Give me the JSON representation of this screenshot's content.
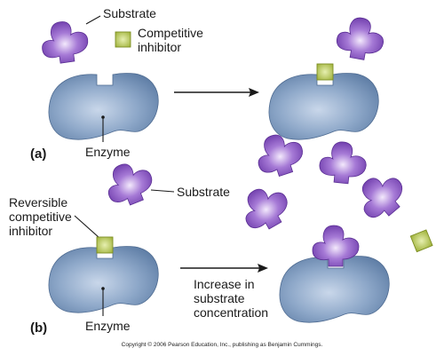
{
  "panels": {
    "a": {
      "label": "(a)",
      "substrate_label": "Substrate",
      "inhibitor_label_line1": "Competitive",
      "inhibitor_label_line2": "inhibitor",
      "enzyme_label": "Enzyme"
    },
    "b": {
      "label": "(b)",
      "substrate_label": "Substrate",
      "inhibitor_label_line1": "Reversible",
      "inhibitor_label_line2": "competitive",
      "inhibitor_label_line3": "inhibitor",
      "enzyme_label": "Enzyme",
      "arrow_label_line1": "Increase in",
      "arrow_label_line2": "substrate",
      "arrow_label_line3": "concentration"
    }
  },
  "copyright": "Copyright © 2006 Pearson Education, Inc., publishing as Benjamin Cummings.",
  "colors": {
    "enzyme": "#6f8fb6",
    "enzyme_light": "#c9d7ea",
    "substrate": "#7b48b8",
    "substrate_light": "#eadcf8",
    "inhibitor": "#a7ba3c",
    "inhibitor_light": "#e6efb0",
    "ink": "#1a1a1a"
  }
}
